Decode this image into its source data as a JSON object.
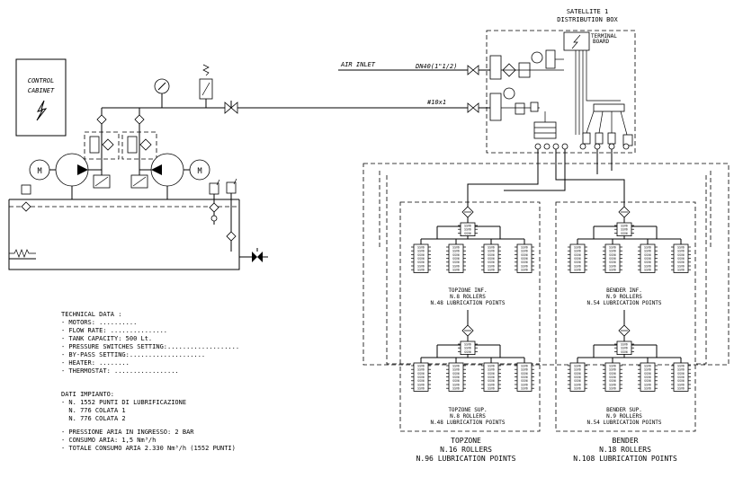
{
  "control_cabinet": {
    "line1": "CONTROL",
    "line2": "CABINET"
  },
  "satellite": {
    "title": "SATELLITE 1",
    "subtitle": "DISTRIBUTION BOX",
    "terminal_line1": "TERMINAL",
    "terminal_line2": "BOARD"
  },
  "air_inlet": {
    "label": "AIR INLET",
    "pipe_size": "DN40(1\"1/2)"
  },
  "pipe_label": "#10x1",
  "motor_symbol": "M",
  "block_label": "SSV6",
  "groups": {
    "topzone_inf": {
      "name": "TOPZONE INF.",
      "rollers": "N.8 ROLLERS",
      "points": "N.48 LUBRICATION POINTS"
    },
    "bender_inf": {
      "name": "BENDER INF.",
      "rollers": "N.9 ROLLERS",
      "points": "N.54 LUBRICATION POINTS"
    },
    "topzone_sup": {
      "name": "TOPZONE SUP.",
      "rollers": "N.8 ROLLERS",
      "points": "N.48 LUBRICATION POINTS"
    },
    "bender_sup": {
      "name": "BENDER SUP.",
      "rollers": "N.9 ROLLERS",
      "points": "N.54 LUBRICATION POINTS"
    }
  },
  "totals": {
    "topzone": {
      "name": "TOPZONE",
      "rollers": "N.16 ROLLERS",
      "points": "N.96 LUBRICATION POINTS"
    },
    "bender": {
      "name": "BENDER",
      "rollers": "N.18 ROLLERS",
      "points": "N.108 LUBRICATION POINTS"
    }
  },
  "technical_data": {
    "title": "TECHNICAL DATA :",
    "lines": [
      "- MOTORS: ..........",
      "- FLOW RATE: ...............",
      "- TANK CAPACITY: 500 Lt.",
      "- PRESSURE SWITCHES SETTING:...................",
      "- BY-PASS SETTING:....................",
      "- HEATER: ........",
      "- THERMOSTAT: ................."
    ]
  },
  "dati_impianto": {
    "title": "DATI IMPIANTO:",
    "lines": [
      "- N. 1552 PUNTI DI LUBRIFICAZIONE",
      "  N. 776 COLATA 1",
      "  N. 776 COLATA 2"
    ],
    "air_lines": [
      "- PRESSIONE ARIA IN INGRESSO: 2 BAR",
      "- CONSUMO ARIA: 1,5 Nm³/h",
      "- TOTALE CONSUMO ARIA 2.330 Nm³/h (1552 PUNTI)"
    ]
  }
}
